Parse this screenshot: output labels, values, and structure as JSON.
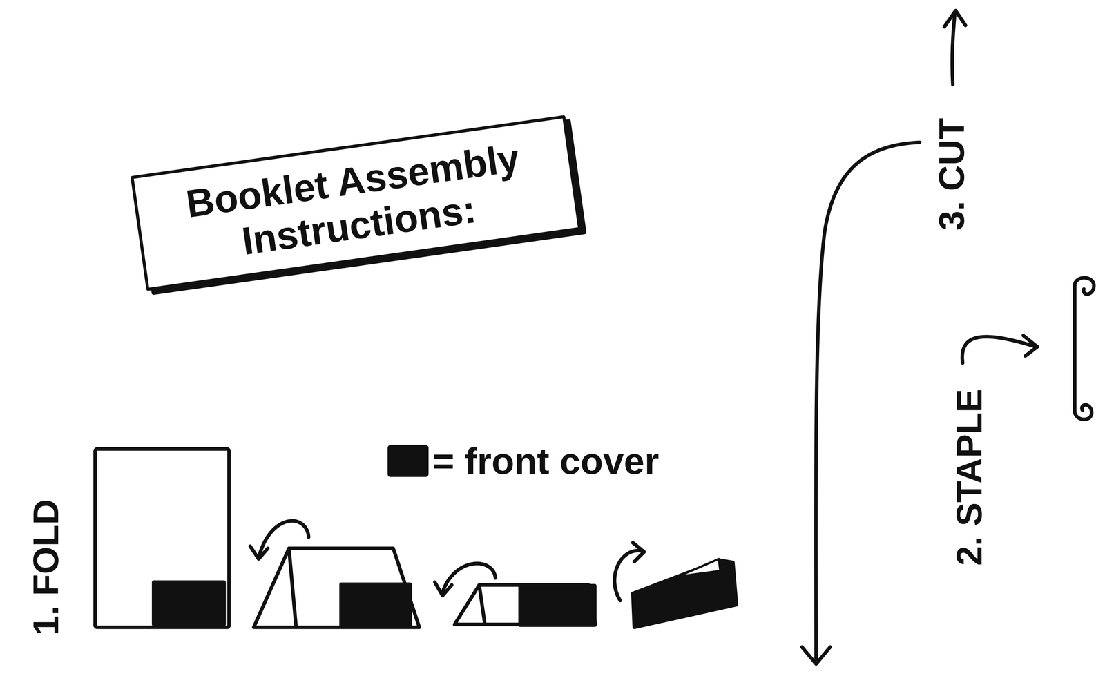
{
  "diagram": {
    "title": "Booklet Assembly Instructions:",
    "labels": [
      "1. FOLD",
      "2. STAPLE",
      "3. CUT"
    ],
    "legend": [
      {
        "text": "= front cover",
        "color": "#111111"
      }
    ]
  }
}
